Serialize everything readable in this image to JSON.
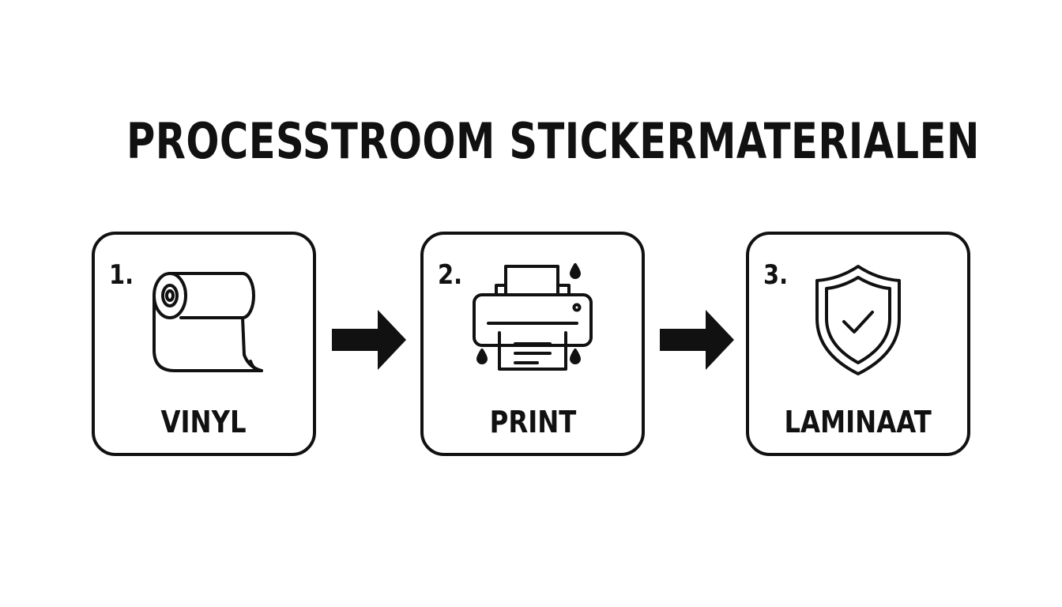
{
  "title": "PROCESSTROOM STICKERMATERIALEN",
  "steps": [
    {
      "number": "1.",
      "label": "VINYL",
      "icon": "vinyl-roll-icon"
    },
    {
      "number": "2.",
      "label": "PRINT",
      "icon": "printer-icon"
    },
    {
      "number": "3.",
      "label": "LAMINAAT",
      "icon": "shield-check-icon"
    }
  ],
  "colors": {
    "stroke": "#111111",
    "background": "#ffffff"
  }
}
